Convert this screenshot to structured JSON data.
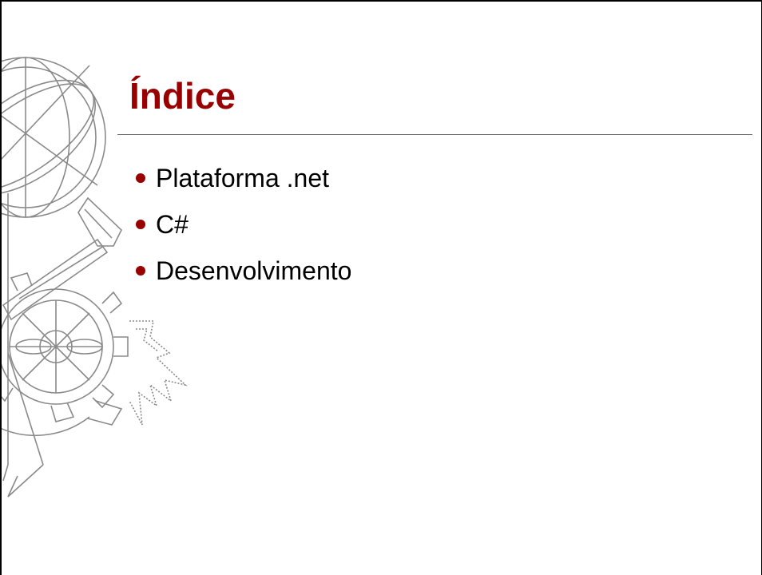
{
  "slide": {
    "title": "Índice",
    "bullets": [
      {
        "text": "Plataforma .net"
      },
      {
        "text": "C#"
      },
      {
        "text": "Desenvolvimento"
      }
    ]
  },
  "decoration": {
    "emblem_icon": "armillary-sphere-emblem-icon"
  },
  "colors": {
    "title": "#990000",
    "bullet": "#990000",
    "text": "#000000",
    "rule": "#6b6b6b",
    "emblem_stroke": "#8a8a8a"
  }
}
